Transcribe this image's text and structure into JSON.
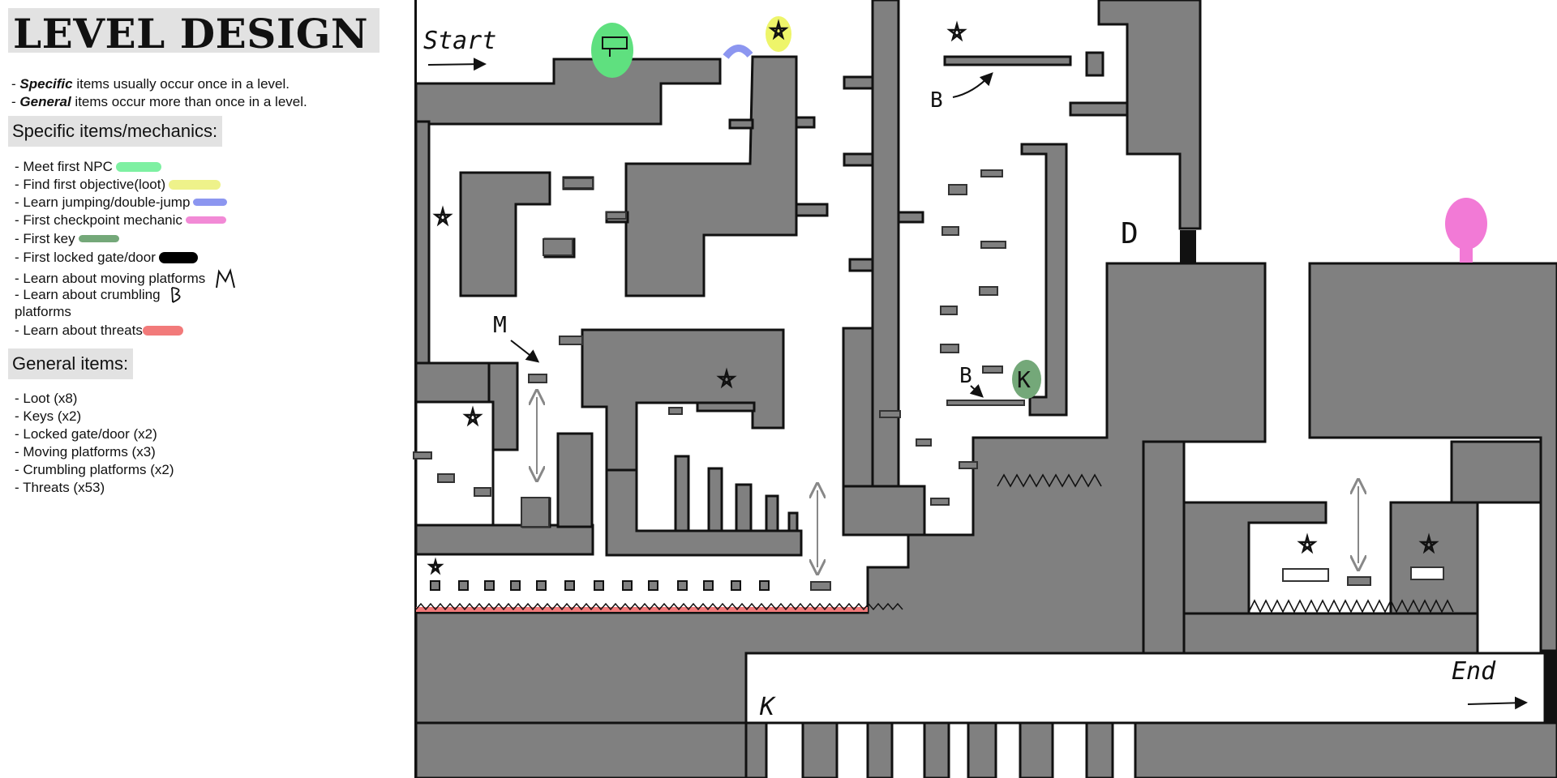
{
  "title": "LEVEL DESIGN",
  "notes": [
    {
      "bold": "Specific",
      "rest": " items usually occur once in a level."
    },
    {
      "bold": "General",
      "rest": " items occur more than once in a level."
    }
  ],
  "specific_heading": "Specific items/mechanics:",
  "specific_items": [
    {
      "label": "- Meet first NPC",
      "color": "#7ef0a2"
    },
    {
      "label": "- Find first objective(loot)",
      "color": "#eef28a"
    },
    {
      "label": "- Learn jumping/double-jump",
      "color": "#8c96f0"
    },
    {
      "label": "- First checkpoint mechanic",
      "color": "#f28ad6"
    },
    {
      "label": "- First key",
      "color": "#74a879"
    },
    {
      "label": "- First locked gate/door",
      "color": "#000000"
    },
    {
      "label": "- Learn about moving platforms",
      "icon": "moving-platform-icon"
    },
    {
      "label": "- Learn about crumbling",
      "label2": "platforms",
      "icon": "crumbling-platform-icon"
    },
    {
      "label": "- Learn about threats",
      "color": "#f27a7a"
    }
  ],
  "general_heading": "General items:",
  "general_items": [
    "- Loot (x8)",
    "- Keys (x2)",
    "- Locked gate/door (x2)",
    "- Moving platforms (x3)",
    "- Crumbling platforms (x2)",
    "- Threats (x53)"
  ],
  "map": {
    "start_label": "Start",
    "end_label": "End",
    "door_label": "D",
    "key_label": "K",
    "moving_label": "M",
    "crumbling_label": "B",
    "wall_color": "#808080",
    "npc_color": "#5fe07f",
    "objective_color": "#eef56a",
    "jump_color": "#8c96f0",
    "checkpoint_color": "#f27ad6",
    "key_color": "#74a879",
    "threat_color": "#f27a7a"
  }
}
